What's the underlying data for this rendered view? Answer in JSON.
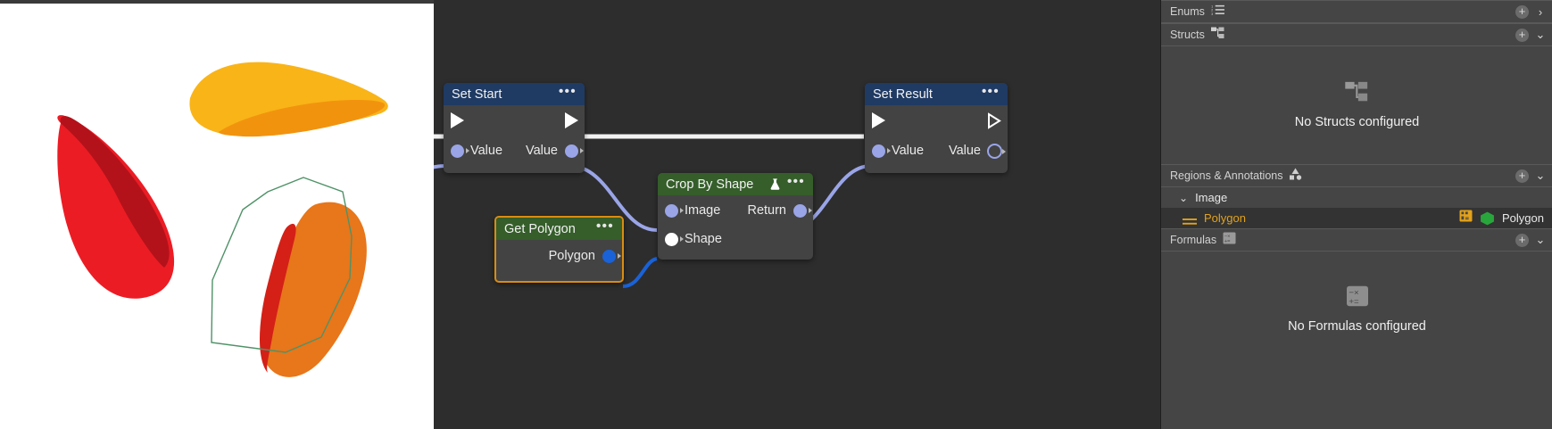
{
  "app": {
    "canvas_bg": "#2d2d2d",
    "panel_bg": "#454545",
    "accent_selected": "#d98c12",
    "accent_link_purple": "#9aa5e8",
    "accent_link_blue": "#1a62d8"
  },
  "image_viewer": {
    "name": "image-preview",
    "background": "#ffffff",
    "annotation_outline_color": "#4f9268",
    "shapes": [
      {
        "name": "yellow-petal",
        "fill": "#f9b418",
        "shade": "#f2930e"
      },
      {
        "name": "red-petal",
        "fill": "#ec1c24",
        "shade": "#b3121a"
      },
      {
        "name": "orange-petal",
        "fill": "#e8761a",
        "shade": "#d42017"
      }
    ]
  },
  "graph": {
    "nodes": [
      {
        "id": "set-start",
        "title": "Set Start",
        "header_color": "#1f3a63",
        "menu": "•••",
        "selected": false,
        "inputs": [
          {
            "label": "Value",
            "pin": "purple-dot"
          }
        ],
        "outputs": [
          {
            "label": "Value",
            "pin": "purple-dot"
          }
        ],
        "exec_in": "exec-filled",
        "exec_out": "exec-filled"
      },
      {
        "id": "crop-by-shape",
        "title": "Crop By Shape",
        "header_color": "#355e2a",
        "menu": "•••",
        "badge": "flask-icon",
        "selected": false,
        "inputs": [
          {
            "label": "Image",
            "pin": "purple-dot"
          },
          {
            "label": "Shape",
            "pin": "white-dot"
          }
        ],
        "outputs": [
          {
            "label": "Return",
            "pin": "purple-dot"
          }
        ]
      },
      {
        "id": "get-polygon",
        "title": "Get Polygon",
        "header_color": "#355e2a",
        "menu": "•••",
        "selected": true,
        "inputs": [],
        "outputs": [
          {
            "label": "Polygon",
            "pin": "blue-dot"
          }
        ]
      },
      {
        "id": "set-result",
        "title": "Set Result",
        "header_color": "#1f3a63",
        "menu": "•••",
        "selected": false,
        "inputs": [
          {
            "label": "Value",
            "pin": "purple-dot"
          }
        ],
        "outputs": [
          {
            "label": "Value",
            "pin": "purple-ring"
          }
        ],
        "exec_in": "exec-filled",
        "exec_out": "exec-hollow"
      }
    ]
  },
  "right_panel": {
    "sections": [
      {
        "id": "enums",
        "label": "Enums",
        "icon": "list-icon",
        "add": "+",
        "chevron": "›",
        "expanded": false
      },
      {
        "id": "structs",
        "label": "Structs",
        "icon": "struct-icon",
        "add": "+",
        "chevron": "⌄",
        "expanded": true,
        "empty_icon": "struct-icon",
        "empty_text": "No Structs configured"
      },
      {
        "id": "regions",
        "label": "Regions & Annotations",
        "icon": "shapes-icon",
        "add": "+",
        "chevron": "⌄",
        "expanded": true,
        "tree": {
          "group": {
            "label": "Image",
            "chevron": "⌄"
          },
          "items": [
            {
              "label": "Polygon",
              "type_label": "Polygon",
              "lead_icon": "equals-icon",
              "right_icons": [
                "link-region-icon",
                "hexagon-icon"
              ]
            }
          ]
        }
      },
      {
        "id": "formulas",
        "label": "Formulas",
        "icon": "formula-icon",
        "add": "+",
        "chevron": "⌄",
        "expanded": true,
        "empty_icon": "formula-icon",
        "empty_text": "No Formulas configured"
      }
    ]
  }
}
